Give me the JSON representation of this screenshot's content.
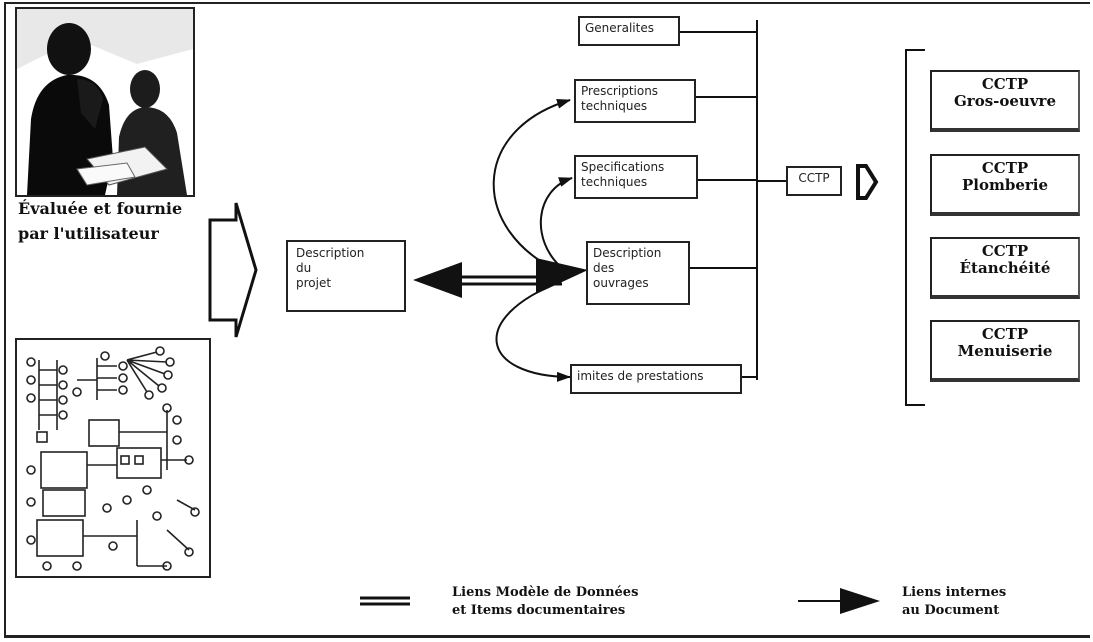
{
  "left_caption": [
    "Évaluée et fournie",
    "par l'utilisateur"
  ],
  "boxes": {
    "generalites": "Generalites",
    "prescriptions": [
      "Prescriptions",
      "techniques"
    ],
    "specifications": [
      "Specifications",
      "techniques"
    ],
    "description_ouvrages": [
      "Description",
      "des",
      "ouvrages"
    ],
    "limites": "imites de prestations",
    "description_projet": [
      "Description",
      "du",
      "projet"
    ],
    "cctp_small": "CCTP"
  },
  "cctp_documents": [
    {
      "line1": "CCTP",
      "line2": "Gros-oeuvre"
    },
    {
      "line1": "CCTP",
      "line2": "Plomberie"
    },
    {
      "line1": "CCTP",
      "line2": "Étanchéité"
    },
    {
      "line1": "CCTP",
      "line2": "Menuiserie"
    }
  ],
  "legend": {
    "double_line": [
      "Liens Modèle de Données",
      "et Items documentaires"
    ],
    "arrow": [
      "Liens internes",
      "au Document"
    ]
  },
  "icons": [
    "people-photo-image",
    "data-model-sketch-image",
    "hollow-arrow-icon",
    "double-line-icon",
    "arrow-icon"
  ],
  "colors": {
    "ink": "#111111",
    "background": "#ffffff"
  }
}
